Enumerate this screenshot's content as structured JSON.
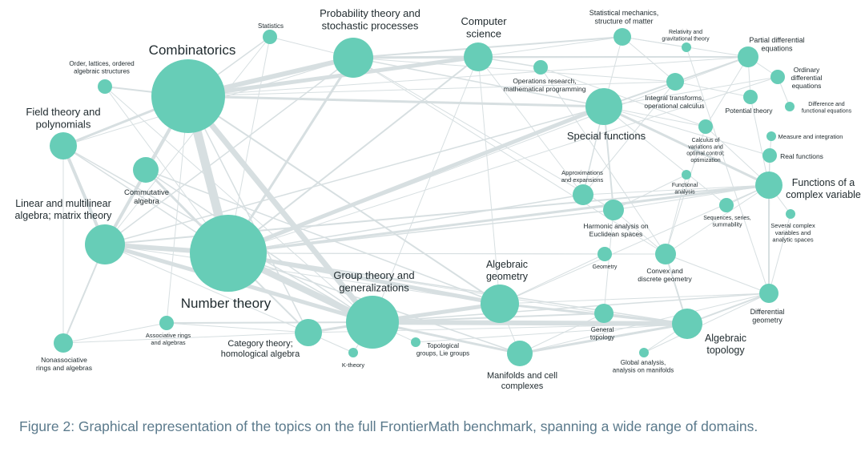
{
  "caption": "Figure 2: Graphical representation of the topics on the full FrontierMath benchmark, spanning a wide range of domains.",
  "colors": {
    "node": "#67cdb7",
    "edge": "#d7dfe1",
    "label": "#1f2a2e",
    "caption": "#5b7a8c"
  },
  "nodes": [
    {
      "id": "combinatorics",
      "label": [
        "Combinatorics"
      ]
    },
    {
      "id": "number_theory",
      "label": [
        "Number theory"
      ]
    },
    {
      "id": "group_theory",
      "label": [
        "Group theory and",
        "generalizations"
      ]
    },
    {
      "id": "probability",
      "label": [
        "Probability theory and",
        "stochastic processes"
      ]
    },
    {
      "id": "computer_science",
      "label": [
        "Computer",
        "science"
      ]
    },
    {
      "id": "special_functions",
      "label": [
        "Special functions"
      ]
    },
    {
      "id": "linear_algebra",
      "label": [
        "Linear and multilinear",
        "algebra; matrix theory"
      ]
    },
    {
      "id": "algebraic_geometry",
      "label": [
        "Algebraic",
        "geometry"
      ]
    },
    {
      "id": "algebraic_topology",
      "label": [
        "Algebraic",
        "topology"
      ]
    },
    {
      "id": "field_theory",
      "label": [
        "Field theory and",
        "polynomials"
      ]
    },
    {
      "id": "functions_complex",
      "label": [
        "Functions of a",
        "complex variable"
      ]
    },
    {
      "id": "category_theory",
      "label": [
        "Category theory;",
        "homological algebra"
      ]
    },
    {
      "id": "manifolds",
      "label": [
        "Manifolds and cell",
        "complexes"
      ]
    },
    {
      "id": "commutative_algebra",
      "label": [
        "Commutative",
        "algebra"
      ]
    },
    {
      "id": "statistics",
      "label": [
        "Statistics"
      ]
    },
    {
      "id": "order_lattices",
      "label": [
        "Order, lattices, ordered",
        "algebraic structures"
      ]
    },
    {
      "id": "stat_mech",
      "label": [
        "Statistical mechanics,",
        "structure of matter"
      ]
    },
    {
      "id": "relativity",
      "label": [
        "Relativity and",
        "gravitational theory"
      ]
    },
    {
      "id": "pde",
      "label": [
        "Partial differential",
        "equations"
      ]
    },
    {
      "id": "ode",
      "label": [
        "Ordinary",
        "differential",
        "equations"
      ]
    },
    {
      "id": "potential_theory",
      "label": [
        "Potential theory"
      ]
    },
    {
      "id": "difference_eq",
      "label": [
        "Difference and",
        "functional equations"
      ]
    },
    {
      "id": "operations_research",
      "label": [
        "Operations research,",
        "mathematical programming"
      ]
    },
    {
      "id": "integral_transforms",
      "label": [
        "Integral transforms,",
        "operational calculus"
      ]
    },
    {
      "id": "calc_variations",
      "label": [
        "Calculus of",
        "variations and",
        "optimal control;",
        "optimization"
      ]
    },
    {
      "id": "measure_integration",
      "label": [
        "Measure and integration"
      ]
    },
    {
      "id": "real_functions",
      "label": [
        "Real functions"
      ]
    },
    {
      "id": "approximations",
      "label": [
        "Approximations",
        "and expansions"
      ]
    },
    {
      "id": "functional_analysis",
      "label": [
        "Functional",
        "analysis"
      ]
    },
    {
      "id": "harmonic_analysis",
      "label": [
        "Harmonic analysis on",
        "Euclidean spaces"
      ]
    },
    {
      "id": "sequences_series",
      "label": [
        "Sequences, series,",
        "summability"
      ]
    },
    {
      "id": "several_complex",
      "label": [
        "Several complex",
        "variables and",
        "analytic spaces"
      ]
    },
    {
      "id": "geometry",
      "label": [
        "Geometry"
      ]
    },
    {
      "id": "convex_discrete",
      "label": [
        "Convex and",
        "discrete geometry"
      ]
    },
    {
      "id": "differential_geometry",
      "label": [
        "Differential",
        "geometry"
      ]
    },
    {
      "id": "general_topology",
      "label": [
        "General",
        "topology"
      ]
    },
    {
      "id": "global_analysis",
      "label": [
        "Global analysis,",
        "analysis on manifolds"
      ]
    },
    {
      "id": "topological_groups",
      "label": [
        "Topological",
        "groups, Lie groups"
      ]
    },
    {
      "id": "k_theory",
      "label": [
        "K-theory"
      ]
    },
    {
      "id": "associative_rings",
      "label": [
        "Associative rings",
        "and algebras"
      ]
    },
    {
      "id": "nonassociative_rings",
      "label": [
        "Nonassociative",
        "rings and algebras"
      ]
    }
  ]
}
